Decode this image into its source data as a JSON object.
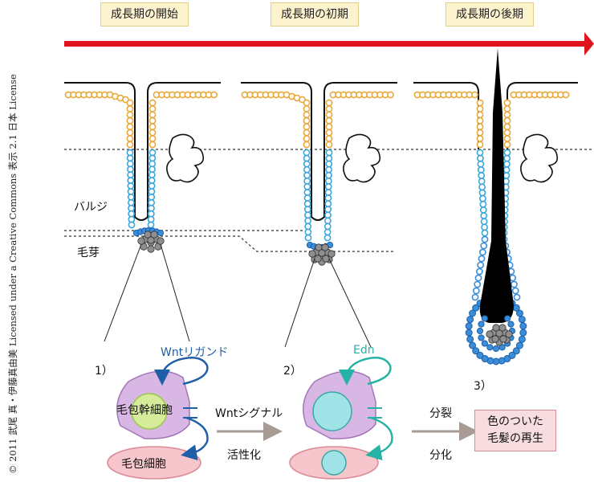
{
  "copyright": "© 2011 武尾 真・伊藤真由美 Licensed under a Creative Commons 表示 2.1 日本 License",
  "stages": [
    {
      "label": "成長期の開始"
    },
    {
      "label": "成長期の初期"
    },
    {
      "label": "成長期の後期"
    }
  ],
  "labels": {
    "bulge": "バルジ",
    "hair_germ": "毛芽",
    "panel1": "1）",
    "panel2": "2）",
    "panel3": "3）",
    "wnt_ligand": "Wntリガンド",
    "edn": "Edn",
    "stem_cell": "毛包幹細胞",
    "matrix_cell": "毛包細胞",
    "wnt_signal": "Wntシグナル",
    "activation": "活性化",
    "division": "分裂",
    "differentiation": "分化",
    "result_line1": "色のついた",
    "result_line2": "毛髪の再生"
  },
  "colors": {
    "timeline_arrow": "#e0141c",
    "epidermis_bead": "#e8a93a",
    "outer_root_bead": "#39a6dc",
    "germ_bead": "#3a8ed8",
    "dermal_papilla": "#8f8f8f",
    "stem_cell": "#d8b7e4",
    "matrix_cell": "#f6c6cc",
    "nucleus_green": "#d6ec9a",
    "nucleus_cyan": "#9fe3e6",
    "wnt_arrow": "#1f5ea8",
    "edn_arrow": "#27b2a6",
    "grey_arrow": "#a89a94"
  }
}
